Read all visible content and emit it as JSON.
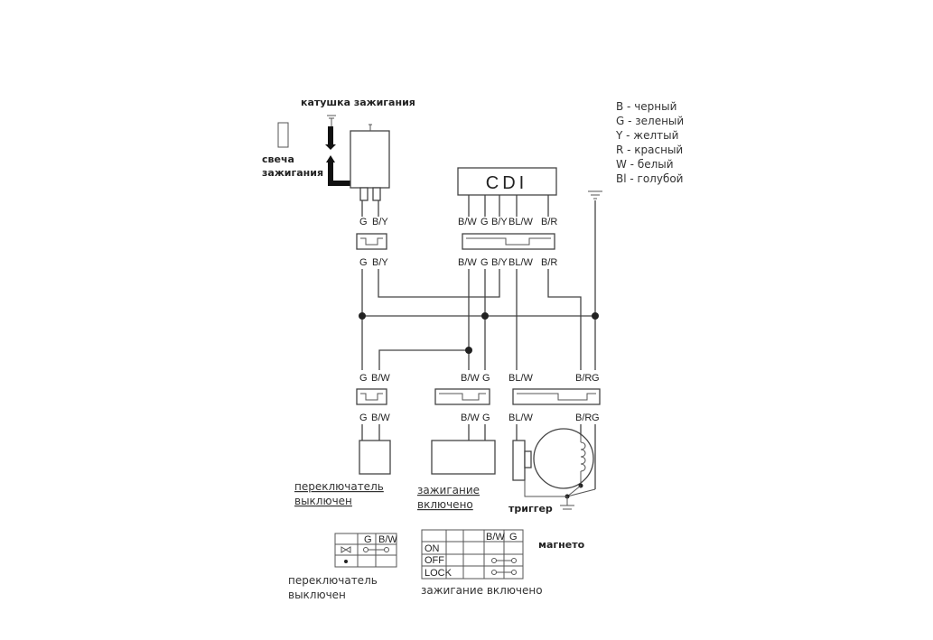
{
  "titles": {
    "coil": "катушка зажигания",
    "spark_plug": "свеча\nзажигания",
    "cdi": "CDI",
    "trigger": "триггер",
    "magneto": "магнето"
  },
  "legend": [
    "B - черный",
    "G - зеленый",
    "Y - желтый",
    "R - красный",
    "W - белый",
    "Bl - голубой"
  ],
  "wires": {
    "coil_top": [
      "G",
      "B/Y"
    ],
    "coil_bottom": [
      "G",
      "B/Y"
    ],
    "cdi_top": [
      "B/W",
      "G",
      "B/Y",
      "BL/W",
      "B/R"
    ],
    "cdi_bottom": [
      "B/W",
      "G",
      "B/Y",
      "BL/W",
      "B/R"
    ],
    "switch_off_top": [
      "G",
      "B/W"
    ],
    "switch_off_bottom": [
      "G",
      "B/W"
    ],
    "ign_on_top": [
      "B/W",
      "G"
    ],
    "ign_on_bottom": [
      "B/W",
      "G"
    ],
    "magneto_top": [
      "BL/W",
      "B/R",
      "G"
    ],
    "magneto_bottom": [
      "BL/W",
      "B/R",
      "G"
    ]
  },
  "captions": {
    "switch_off": "переключатель\nвыключен",
    "ignition_on": "зажигание\nвключено",
    "switch_off_table": "переключатель\nвыключен",
    "ignition_on_table": "зажигание включено"
  },
  "switch_table": {
    "headers": [
      "G",
      "B/W"
    ]
  },
  "ignition_table": {
    "headers": [
      "B/W",
      "G"
    ],
    "rows": [
      "ON",
      "OFF",
      "LOCK"
    ]
  }
}
